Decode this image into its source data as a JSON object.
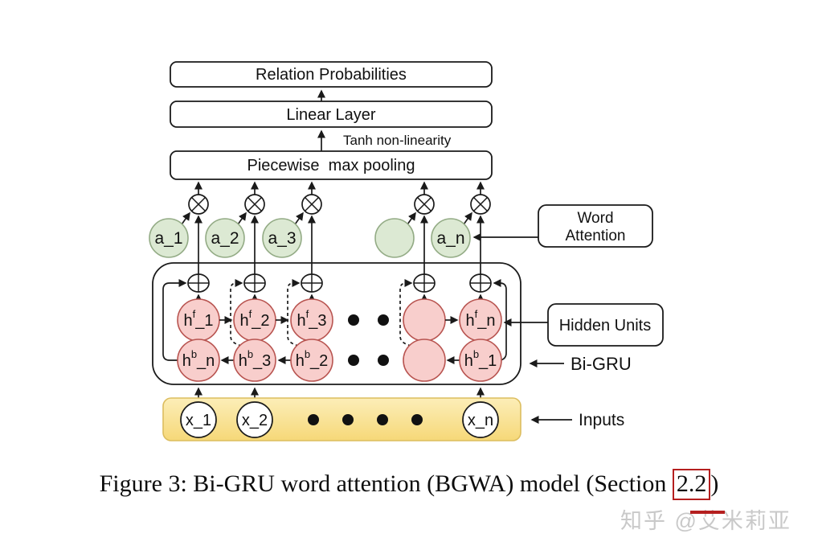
{
  "figure": {
    "boxes": {
      "relation_probabilities": "Relation Probabilities",
      "linear_layer": "Linear Layer",
      "piecewise_pooling": "Piecewise  max pooling",
      "word_attention_line1": "Word",
      "word_attention_line2": "Attention",
      "hidden_units": "Hidden Units"
    },
    "annotations": {
      "tanh": "Tanh non-linearity",
      "bigru": "Bi-GRU",
      "inputs": "Inputs"
    },
    "attention_nodes": [
      {
        "label": "a_1"
      },
      {
        "label": "a_2"
      },
      {
        "label": "a_3"
      },
      {
        "label": ""
      },
      {
        "label": "a_n"
      }
    ],
    "forward_nodes": [
      {
        "base": "h",
        "sup": "f",
        "sub": "_1"
      },
      {
        "base": "h",
        "sup": "f",
        "sub": "_2"
      },
      {
        "base": "h",
        "sup": "f",
        "sub": "_3"
      },
      {
        "base": "",
        "sup": "",
        "sub": ""
      },
      {
        "base": "h",
        "sup": "f",
        "sub": "_n"
      }
    ],
    "backward_nodes": [
      {
        "base": "h",
        "sup": "b",
        "sub": "_n"
      },
      {
        "base": "h",
        "sup": "b",
        "sub": "_3"
      },
      {
        "base": "h",
        "sup": "b",
        "sub": "_2"
      },
      {
        "base": "",
        "sup": "",
        "sub": ""
      },
      {
        "base": "h",
        "sup": "b",
        "sub": "_1"
      }
    ],
    "input_nodes": [
      {
        "label": "x_1"
      },
      {
        "label": "x_2"
      },
      {
        "label": "x_n"
      }
    ],
    "caption": {
      "prefix": "Figure 3: Bi-GRU word attention (BGWA) model (Section ",
      "section_ref": "2.2",
      "suffix": ")"
    },
    "watermark": "知乎 @艾米莉亚",
    "colors": {
      "attention_fill": "#dce9d3",
      "attention_stroke": "#93ab85",
      "hidden_fill": "#f8cecc",
      "hidden_stroke": "#b85450",
      "input_bar_top": "#fceeb8",
      "input_bar_bottom": "#f6d878",
      "input_bar_stroke": "#dcbd5f",
      "line_color": "#1a1a1a",
      "section_ref_red": "#b51f1f",
      "watermark_gray": "#c9c9c9"
    }
  }
}
